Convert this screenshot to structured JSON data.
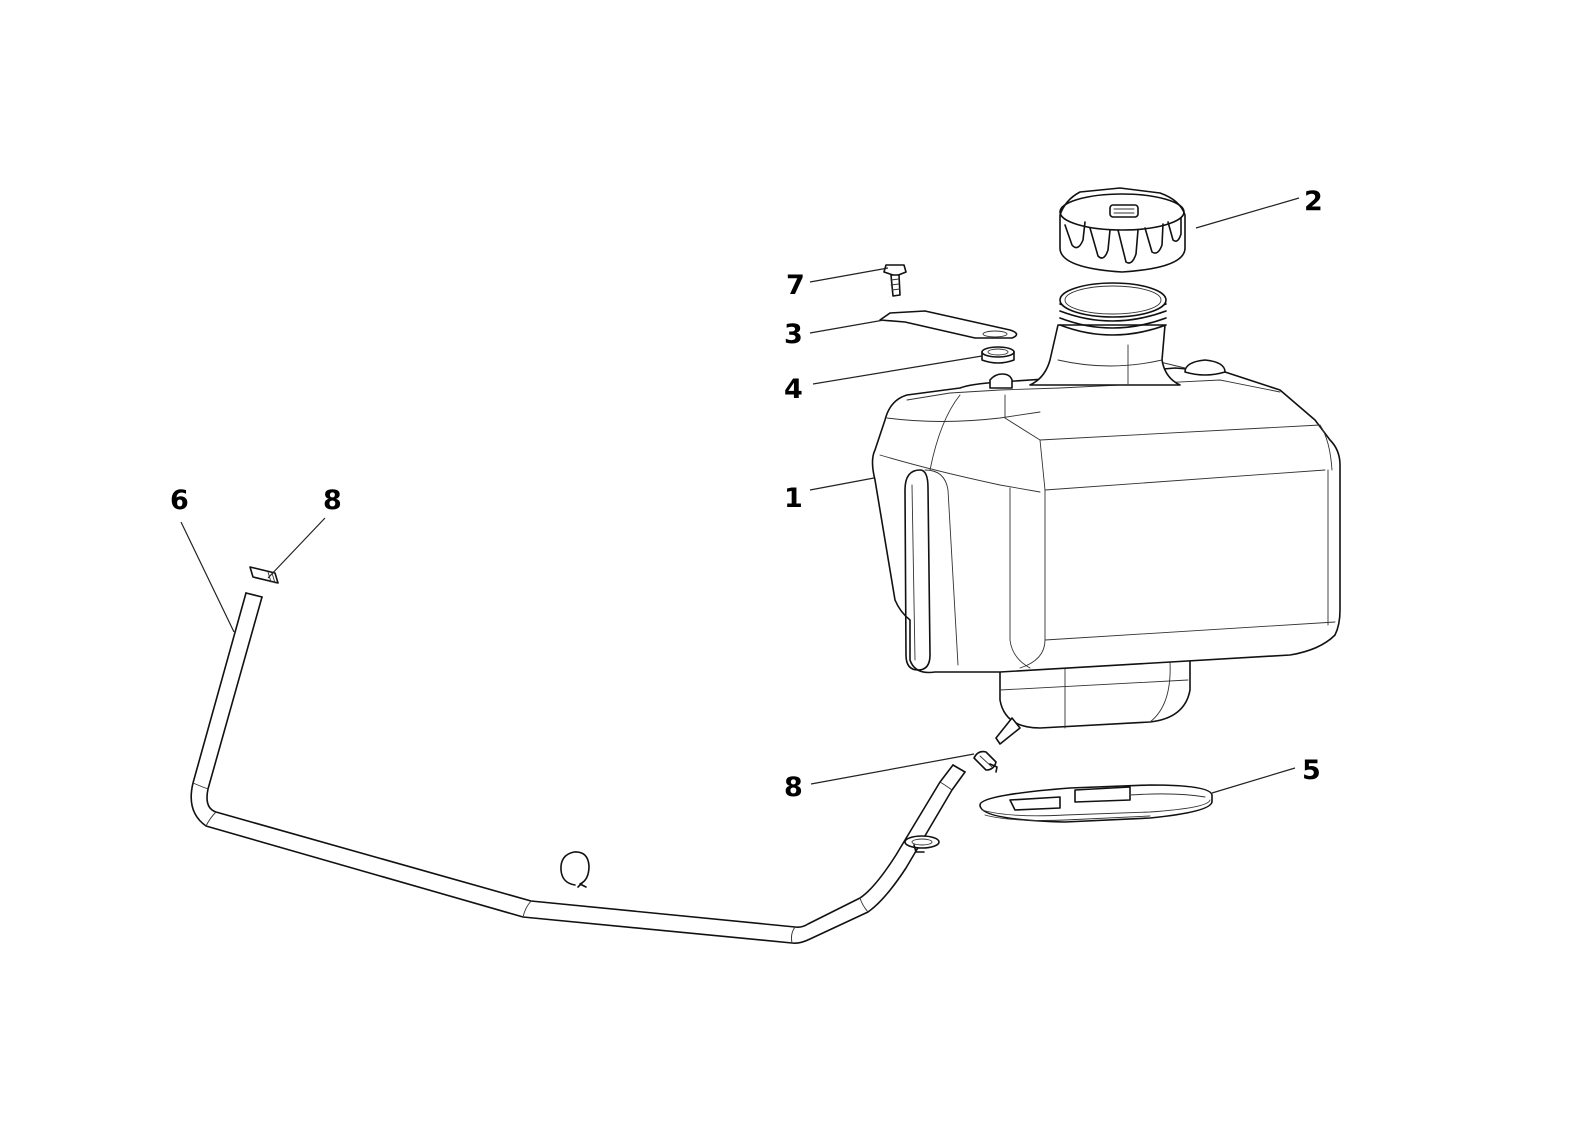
{
  "callouts": [
    {
      "id": "c1",
      "label": "1"
    },
    {
      "id": "c2",
      "label": "2"
    },
    {
      "id": "c3",
      "label": "3"
    },
    {
      "id": "c4",
      "label": "4"
    },
    {
      "id": "c5",
      "label": "5"
    },
    {
      "id": "c6",
      "label": "6"
    },
    {
      "id": "c7",
      "label": "7"
    },
    {
      "id": "c8a",
      "label": "8"
    },
    {
      "id": "c8b",
      "label": "8"
    }
  ],
  "colors": {
    "line": "#111111",
    "background": "#ffffff"
  }
}
